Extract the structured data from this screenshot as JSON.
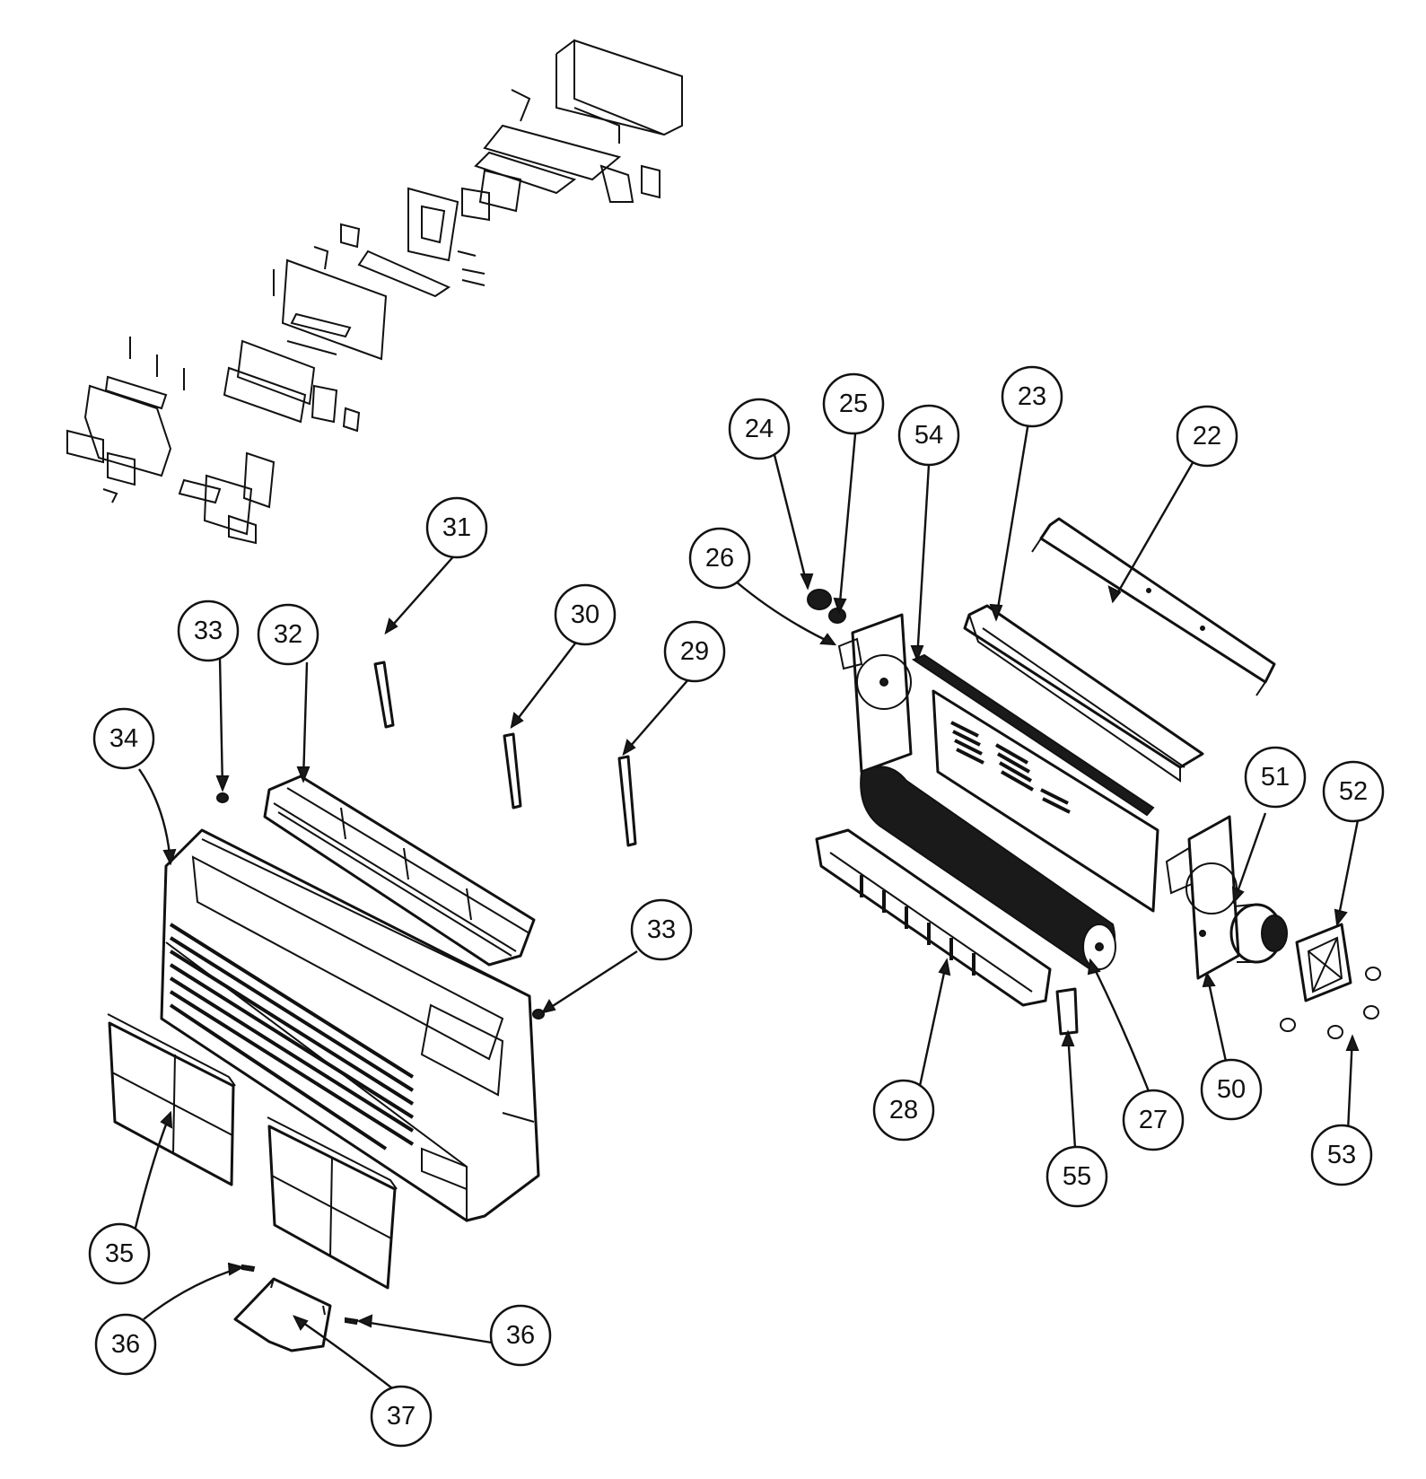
{
  "callouts": [
    {
      "id": "c22",
      "number": "22"
    },
    {
      "id": "c23",
      "number": "23"
    },
    {
      "id": "c24",
      "number": "24"
    },
    {
      "id": "c25",
      "number": "25"
    },
    {
      "id": "c54",
      "number": "54"
    },
    {
      "id": "c26",
      "number": "26"
    },
    {
      "id": "c31",
      "number": "31"
    },
    {
      "id": "c30",
      "number": "30"
    },
    {
      "id": "c29",
      "number": "29"
    },
    {
      "id": "c33a",
      "number": "33"
    },
    {
      "id": "c32",
      "number": "32"
    },
    {
      "id": "c34",
      "number": "34"
    },
    {
      "id": "c33b",
      "number": "33"
    },
    {
      "id": "c51",
      "number": "51"
    },
    {
      "id": "c52",
      "number": "52"
    },
    {
      "id": "c28",
      "number": "28"
    },
    {
      "id": "c27",
      "number": "27"
    },
    {
      "id": "c50",
      "number": "50"
    },
    {
      "id": "c55",
      "number": "55"
    },
    {
      "id": "c53",
      "number": "53"
    },
    {
      "id": "c35",
      "number": "35"
    },
    {
      "id": "c36a",
      "number": "36"
    },
    {
      "id": "c36b",
      "number": "36"
    },
    {
      "id": "c37",
      "number": "37"
    }
  ]
}
